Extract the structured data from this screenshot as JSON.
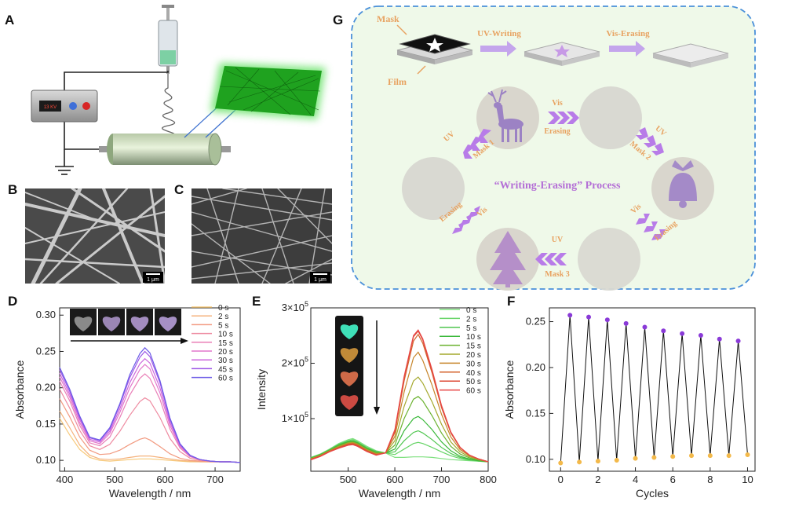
{
  "panels": {
    "A": "A",
    "B": "B",
    "C": "C",
    "D": "D",
    "E": "E",
    "F": "F",
    "G": "G"
  },
  "panelA": {
    "voltage_display": "13 KV"
  },
  "panelB": {
    "scale": "1 μm"
  },
  "panelC": {
    "scale": "1 μm"
  },
  "panelG": {
    "mask_label": "Mask",
    "film_label": "Film",
    "uv_writing": "UV-Writing",
    "vis_erasing": "Vis-Erasing",
    "center_title": "“Writing-Erasing” Process",
    "arrows": [
      {
        "name": "vis-erasing-top",
        "line1": "Vis",
        "line2": "Erasing"
      },
      {
        "name": "uv-mask2",
        "line1": "UV",
        "line2": "Mask 2"
      },
      {
        "name": "vis-erasing-right",
        "line1": "Vis",
        "line2": "Erasing"
      },
      {
        "name": "uv-mask3",
        "line1": "UV",
        "line2": "Mask 3"
      },
      {
        "name": "vis-erasing-left",
        "line1": "Vis",
        "line2": "Erasing"
      },
      {
        "name": "uv-mask1",
        "line1": "UV",
        "line2": "Mask 1"
      }
    ],
    "colors": {
      "accent": "#b46fd6",
      "label": "#e8a260",
      "border": "#4a90d9"
    }
  },
  "chart_data": [
    {
      "panel": "D",
      "type": "line",
      "xlabel": "Wavelength / nm",
      "ylabel": "Absorbance",
      "xlim": [
        390,
        750
      ],
      "ylim": [
        0.085,
        0.31
      ],
      "xticks": [
        400,
        500,
        600,
        700
      ],
      "yticks": [
        0.1,
        0.15,
        0.2,
        0.25,
        0.3
      ],
      "ytick_labels": [
        "0.10",
        "0.15",
        "0.20",
        "0.25",
        "0.30"
      ],
      "legend_position": "top-right",
      "x": [
        390,
        410,
        430,
        450,
        470,
        490,
        510,
        530,
        550,
        560,
        570,
        590,
        610,
        630,
        650,
        670,
        690,
        710,
        730,
        750
      ],
      "series": [
        {
          "name": "0 s",
          "color": "#f7c97a",
          "values": [
            0.158,
            0.135,
            0.115,
            0.104,
            0.1,
            0.099,
            0.1,
            0.101,
            0.102,
            0.102,
            0.102,
            0.101,
            0.1,
            0.099,
            0.098,
            0.098,
            0.098,
            0.098,
            0.098,
            0.097
          ]
        },
        {
          "name": "2 s",
          "color": "#f5b27c",
          "values": [
            0.168,
            0.145,
            0.121,
            0.107,
            0.102,
            0.101,
            0.102,
            0.104,
            0.106,
            0.106,
            0.106,
            0.104,
            0.102,
            0.1,
            0.099,
            0.098,
            0.098,
            0.098,
            0.098,
            0.097
          ]
        },
        {
          "name": "5 s",
          "color": "#f29a80",
          "values": [
            0.185,
            0.16,
            0.132,
            0.114,
            0.108,
            0.109,
            0.114,
            0.122,
            0.129,
            0.131,
            0.128,
            0.119,
            0.109,
            0.103,
            0.1,
            0.099,
            0.098,
            0.098,
            0.098,
            0.097
          ]
        },
        {
          "name": "10 s",
          "color": "#ee8aa0",
          "values": [
            0.198,
            0.172,
            0.141,
            0.12,
            0.115,
            0.122,
            0.14,
            0.162,
            0.181,
            0.186,
            0.182,
            0.159,
            0.13,
            0.112,
            0.103,
            0.1,
            0.099,
            0.098,
            0.098,
            0.097
          ]
        },
        {
          "name": "15 s",
          "color": "#e97fb7",
          "values": [
            0.209,
            0.182,
            0.148,
            0.124,
            0.12,
            0.132,
            0.159,
            0.19,
            0.213,
            0.219,
            0.213,
            0.184,
            0.143,
            0.117,
            0.105,
            0.101,
            0.099,
            0.098,
            0.098,
            0.097
          ]
        },
        {
          "name": "20 s",
          "color": "#e276cc",
          "values": [
            0.215,
            0.187,
            0.152,
            0.127,
            0.123,
            0.137,
            0.166,
            0.2,
            0.225,
            0.232,
            0.226,
            0.193,
            0.148,
            0.119,
            0.106,
            0.101,
            0.099,
            0.098,
            0.098,
            0.097
          ]
        },
        {
          "name": "30 s",
          "color": "#cc66dd",
          "values": [
            0.22,
            0.191,
            0.156,
            0.129,
            0.125,
            0.14,
            0.171,
            0.207,
            0.233,
            0.24,
            0.234,
            0.2,
            0.152,
            0.121,
            0.106,
            0.101,
            0.099,
            0.098,
            0.098,
            0.097
          ]
        },
        {
          "name": "45 s",
          "color": "#9c55e6",
          "values": [
            0.225,
            0.195,
            0.159,
            0.131,
            0.127,
            0.143,
            0.176,
            0.214,
            0.242,
            0.25,
            0.243,
            0.207,
            0.156,
            0.122,
            0.107,
            0.101,
            0.099,
            0.098,
            0.098,
            0.097
          ]
        },
        {
          "name": "60 s",
          "color": "#6c5ce7",
          "values": [
            0.228,
            0.198,
            0.161,
            0.132,
            0.128,
            0.145,
            0.178,
            0.218,
            0.247,
            0.255,
            0.248,
            0.21,
            0.158,
            0.123,
            0.107,
            0.101,
            0.099,
            0.098,
            0.098,
            0.097
          ]
        }
      ]
    },
    {
      "panel": "E",
      "type": "line",
      "xlabel": "Wavelength / nm",
      "ylabel": "Intensity",
      "xlim": [
        420,
        800
      ],
      "ylim": [
        5000,
        300000
      ],
      "xticks": [
        500,
        600,
        700,
        800
      ],
      "yticks": [
        100000,
        200000,
        300000
      ],
      "ytick_mantissa": [
        "1",
        "2",
        "3"
      ],
      "ytick_suffix": "×10",
      "ytick_exponent": "5",
      "legend_position": "top-right",
      "x": [
        420,
        440,
        460,
        480,
        500,
        510,
        520,
        540,
        560,
        580,
        600,
        620,
        640,
        650,
        660,
        680,
        700,
        720,
        740,
        760,
        780,
        800
      ],
      "series": [
        {
          "name": "0 s",
          "color": "#7ee07e",
          "values": [
            30000,
            36000,
            45000,
            55000,
            62000,
            64000,
            60000,
            50000,
            42000,
            38000,
            30000,
            30000,
            31000,
            31000,
            31000,
            30000,
            28000,
            26000,
            25000,
            24000,
            23000,
            22000
          ]
        },
        {
          "name": "2 s",
          "color": "#66d466",
          "values": [
            29500,
            35500,
            44000,
            54000,
            60000,
            62000,
            58000,
            48000,
            41000,
            38000,
            35000,
            45000,
            55000,
            57000,
            55000,
            48000,
            40000,
            33000,
            28000,
            25000,
            23000,
            22000
          ]
        },
        {
          "name": "5 s",
          "color": "#4fc64f",
          "values": [
            29000,
            35000,
            43500,
            53000,
            59000,
            60000,
            57000,
            47000,
            40000,
            38000,
            40000,
            60000,
            75000,
            78000,
            74000,
            62000,
            48000,
            37000,
            30000,
            26000,
            24000,
            22000
          ]
        },
        {
          "name": "10 s",
          "color": "#3ab83a",
          "values": [
            28500,
            34500,
            43000,
            52000,
            58000,
            59000,
            56000,
            46000,
            39000,
            38000,
            45000,
            78000,
            100000,
            104000,
            98000,
            80000,
            58000,
            42000,
            32000,
            27000,
            24000,
            22000
          ]
        },
        {
          "name": "15 s",
          "color": "#6bb22f",
          "values": [
            28000,
            34000,
            42500,
            51000,
            57000,
            58000,
            55000,
            45000,
            38000,
            38000,
            52000,
            100000,
            135000,
            140000,
            132000,
            105000,
            74000,
            50000,
            36000,
            29000,
            25000,
            22000
          ]
        },
        {
          "name": "20 s",
          "color": "#a4a82c",
          "values": [
            27500,
            33500,
            42000,
            50000,
            56000,
            57000,
            54000,
            44000,
            37000,
            38000,
            60000,
            122000,
            168000,
            175000,
            164000,
            130000,
            90000,
            58000,
            40000,
            31000,
            26000,
            22000
          ]
        },
        {
          "name": "30 s",
          "color": "#c6852a",
          "values": [
            27000,
            33000,
            41500,
            49000,
            55000,
            56000,
            53000,
            43000,
            36000,
            38000,
            68000,
            148000,
            210000,
            220000,
            205000,
            160000,
            108000,
            67000,
            44000,
            33000,
            27000,
            22000
          ]
        },
        {
          "name": "40 s",
          "color": "#d4632d",
          "values": [
            26500,
            32500,
            41000,
            48000,
            54000,
            55000,
            52000,
            42000,
            35000,
            38000,
            75000,
            168000,
            240000,
            252000,
            236000,
            182000,
            120000,
            74000,
            47000,
            34000,
            27000,
            22000
          ]
        },
        {
          "name": "50 s",
          "color": "#dd4a36",
          "values": [
            26000,
            32000,
            40500,
            47000,
            53000,
            54000,
            51000,
            41000,
            34500,
            38000,
            78000,
            174000,
            248000,
            258000,
            242000,
            186000,
            122000,
            75000,
            48000,
            34000,
            27000,
            22000
          ]
        },
        {
          "name": "60 s",
          "color": "#e84545",
          "values": [
            25500,
            31500,
            40000,
            46500,
            52000,
            53000,
            50000,
            40500,
            34000,
            38000,
            80000,
            176000,
            250000,
            260000,
            244000,
            188000,
            124000,
            76000,
            48000,
            34000,
            27000,
            22000
          ]
        }
      ]
    },
    {
      "panel": "F",
      "type": "line",
      "xlabel": "Cycles",
      "ylabel": "Absorbance",
      "xlim": [
        -0.6,
        10.4
      ],
      "ylim": [
        0.087,
        0.265
      ],
      "xticks": [
        0,
        2,
        4,
        6,
        8,
        10
      ],
      "yticks": [
        0.1,
        0.15,
        0.2,
        0.25
      ],
      "ytick_labels": [
        "0.10",
        "0.15",
        "0.20",
        "0.25"
      ],
      "x": [
        0,
        0.5,
        1,
        1.5,
        2,
        2.5,
        3,
        3.5,
        4,
        4.5,
        5,
        5.5,
        6,
        6.5,
        7,
        7.5,
        8,
        8.5,
        9,
        9.5,
        10
      ],
      "values": [
        0.096,
        0.257,
        0.097,
        0.255,
        0.098,
        0.252,
        0.099,
        0.248,
        0.101,
        0.244,
        0.102,
        0.24,
        0.103,
        0.237,
        0.104,
        0.235,
        0.104,
        0.231,
        0.104,
        0.229,
        0.105
      ],
      "high_color": "#8a3ad8",
      "low_color": "#f3b94a"
    }
  ]
}
